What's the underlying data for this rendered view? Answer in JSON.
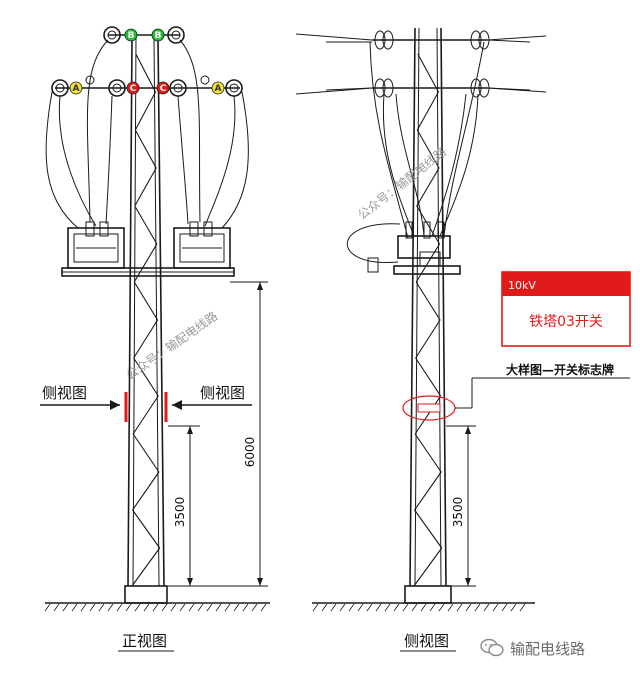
{
  "front_view": {
    "title": "正视图",
    "dim_total": "6000",
    "dim_lower": "3500",
    "side_label_left": "侧视图",
    "side_label_right": "侧视图",
    "phase_labels": {
      "a": "A",
      "b": "B",
      "c": "C"
    }
  },
  "side_view": {
    "title": "侧视图",
    "dim_lower": "3500",
    "callout": "大样图—开关标志牌",
    "sign": {
      "voltage": "10kV",
      "name": "铁塔03开关"
    }
  },
  "watermark": {
    "text": "公众号：输配电线路"
  },
  "brand": {
    "name": "输配电线路"
  },
  "colors": {
    "phase_a": "#f2e23a",
    "phase_b": "#22c32e",
    "phase_c": "#e11a1a",
    "accent_red": "#e11a1a"
  }
}
